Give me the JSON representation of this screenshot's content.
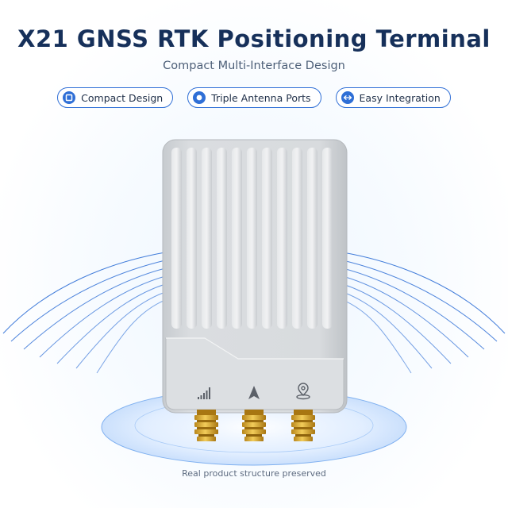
{
  "header": {
    "title": "X21 GNSS RTK Positioning Terminal",
    "subtitle": "Compact Multi-Interface Design"
  },
  "features": [
    {
      "label": "Compact Design",
      "icon": "square-icon"
    },
    {
      "label": "Triple Antenna Ports",
      "icon": "dot-icon"
    },
    {
      "label": "Easy Integration",
      "icon": "arrows-icon"
    }
  ],
  "device": {
    "port_icons": [
      "signal-bars-icon",
      "navigation-arrow-icon",
      "location-pin-icon"
    ],
    "connector_count": 3
  },
  "caption": "Real product structure preserved",
  "colors": {
    "accent": "#2f6fd6",
    "title": "#16305a",
    "housing": "#d6d9dc",
    "connector_gold": "#d9a62e"
  }
}
